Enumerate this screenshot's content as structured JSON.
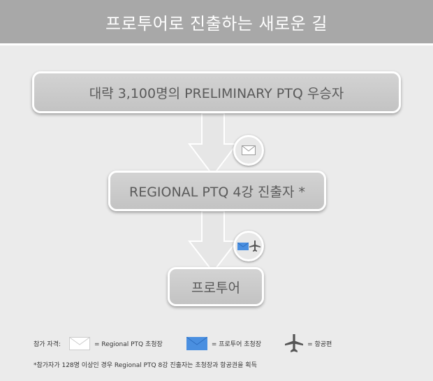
{
  "header": {
    "title": "프로투어로 진출하는 새로운 길"
  },
  "flow": {
    "step1": "대략 3,100명의 PRELIMINARY PTQ 우승자",
    "step2": "REGIONAL PTQ 4강 진출자 *",
    "step3": "프로투어",
    "badge1_icons": [
      "envelope-white-icon"
    ],
    "badge2_icons": [
      "envelope-blue-icon",
      "airplane-icon"
    ]
  },
  "legend": {
    "label": "참가 자격:",
    "items": [
      {
        "icon": "envelope-white-icon",
        "text": "= Regional PTQ 초청장"
      },
      {
        "icon": "envelope-blue-icon",
        "text": "= 프로투어 초청장"
      },
      {
        "icon": "airplane-icon",
        "text": "= 항공편"
      }
    ]
  },
  "footnote": "*참가자가 128명 이상인 경우 Regional PTQ 8강 진출자는 초청장과 항공권을 획득",
  "colors": {
    "header_bg": "#a8a8a8",
    "page_bg": "#ebebeb",
    "box_bg": "#c8c8c8",
    "envelope_blue": "#4a8fe0",
    "airplane": "#555555"
  }
}
